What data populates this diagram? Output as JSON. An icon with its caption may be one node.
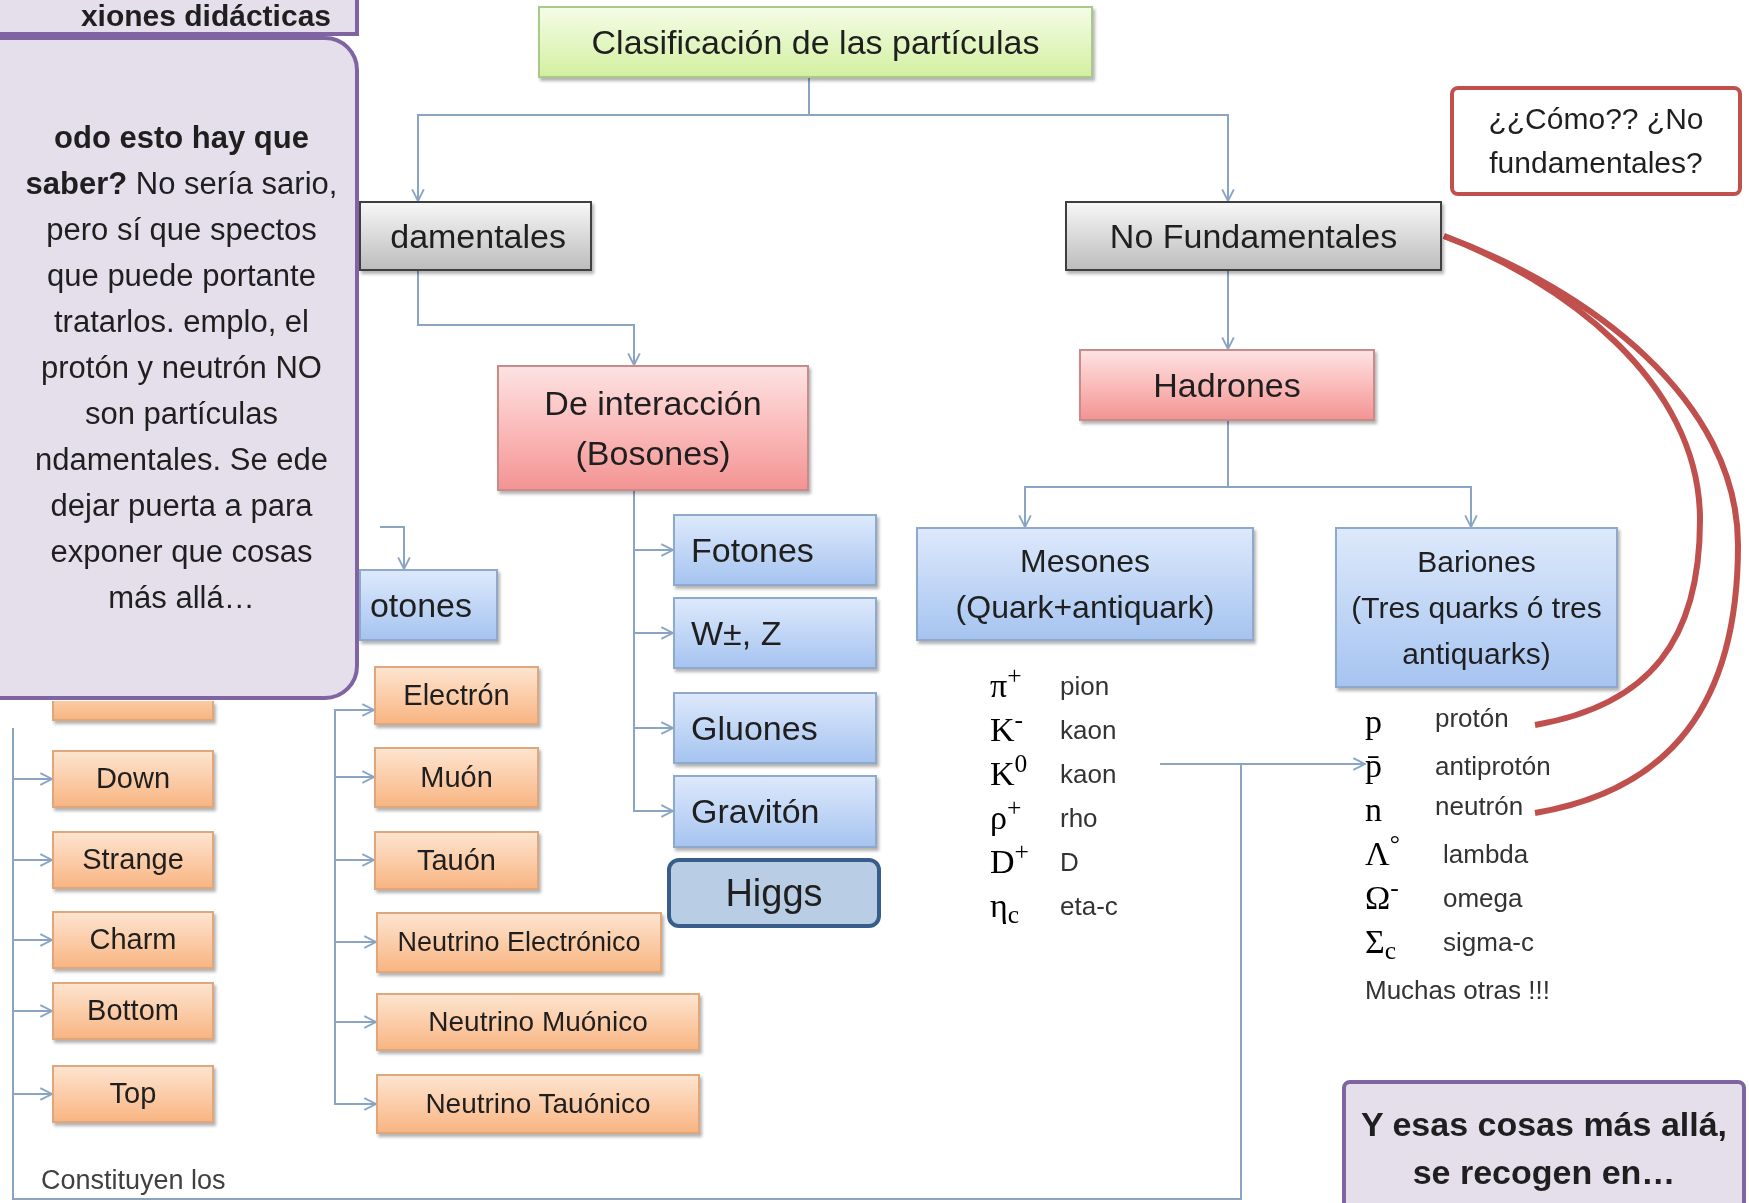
{
  "diagram": {
    "nodes": [
      {
        "text": [
          "Clasificación de las partículas"
        ]
      },
      {
        "text": [
          "xiones didácticas"
        ]
      },
      {
        "text": [
          "**odo esto hay que saber?** No sería sario, pero sí que spectos que puede portante tratarlos. emplo, el protón y neutrón NO son partículas ndamentales. Se ede dejar puerta a para exponer que cosas más allá…"
        ]
      },
      {
        "text": [
          "damentales"
        ]
      },
      {
        "text": [
          "No Fundamentales"
        ]
      },
      {
        "text": [
          "¿¿Cómo?? ¿No fundamentales?"
        ]
      },
      {
        "text": [
          "De interacción (Bosones)"
        ]
      },
      {
        "text": [
          "Hadrones"
        ]
      },
      {
        "text": [
          "otones"
        ]
      },
      {
        "text": [
          "Fotones"
        ]
      },
      {
        "text": [
          "Mesones",
          "(Quark+antiquark)"
        ]
      },
      {
        "text": [
          "Bariones",
          "(Tres quarks ó tres antiquarks)"
        ]
      },
      {
        "text": [
          "W±, Z"
        ]
      },
      {
        "text": [],
        "shape": "box"
      },
      {
        "text": [
          "Electrón"
        ]
      },
      {
        "text": [
          "Gluones"
        ]
      },
      {
        "text": [
          "π$^{+}$",
          "pion",
          "K$^{-}$",
          "kaon",
          "K$^{0}$",
          "kaon",
          "ρ$^{+}$",
          "rho",
          "D$^{+}$",
          "D",
          "η$_{c}$",
          "eta-c"
        ]
      },
      {
        "text": [
          "p",
          "p̄",
          "antiprotón",
          "n",
          "Λ$^{°}$",
          "lambda",
          "Ω$^{-}$",
          "omega",
          "Σ$_{c}$",
          "sigma-c",
          "Muchas otras !!!"
        ]
      },
      {
        "text": [
          "protón"
        ],
        "in": 17
      },
      {
        "text": [
          "neutrón"
        ],
        "in": 17
      },
      {
        "text": [
          "Down"
        ]
      },
      {
        "text": [
          "Muón"
        ]
      },
      {
        "text": [
          "Gravitón"
        ]
      },
      {
        "text": [
          "Strange"
        ]
      },
      {
        "text": [
          "Tauón"
        ]
      },
      {
        "text": [
          "Higgs"
        ]
      },
      {
        "text": [
          "Charm"
        ]
      },
      {
        "text": [
          "Neutrino Electrónico"
        ]
      },
      {
        "text": [
          "Bottom"
        ]
      },
      {
        "text": [
          "Neutrino Muónico"
        ]
      },
      {
        "text": [
          "Top"
        ]
      },
      {
        "text": [
          "Neutrino Tauónico"
        ]
      },
      {
        "text": [
          "Y esas cosas más allá, se recogen en…"
        ]
      }
    ],
    "edges": [
      {
        "from": 0,
        "to": 3,
        "arrow": "to"
      },
      {
        "from": 0,
        "to": 4,
        "arrow": "to"
      },
      {
        "from": 3,
        "to": 6,
        "arrow": "to"
      },
      {
        "from": 4,
        "to": 7,
        "arrow": "to"
      },
      {
        "from": 7,
        "to": 10,
        "arrow": "to"
      },
      {
        "from": 7,
        "to": 11,
        "arrow": "to"
      },
      {
        "from": null,
        "to": 8,
        "arrow": "to"
      },
      {
        "from": 6,
        "to": 9,
        "arrow": "to"
      },
      {
        "from": 6,
        "to": 12,
        "arrow": "to"
      },
      {
        "from": 6,
        "to": 15,
        "arrow": "to"
      },
      {
        "from": 6,
        "to": 22,
        "arrow": "to"
      },
      {
        "from": null,
        "to": 20,
        "arrow": "to"
      },
      {
        "from": null,
        "to": 23,
        "arrow": "to"
      },
      {
        "from": null,
        "to": 26,
        "arrow": "to"
      },
      {
        "from": null,
        "to": 28,
        "arrow": "to"
      },
      {
        "from": null,
        "to": 30,
        "arrow": "to"
      },
      {
        "from": null,
        "to": 14,
        "arrow": "to"
      },
      {
        "from": null,
        "to": 21,
        "arrow": "to"
      },
      {
        "from": null,
        "to": 24,
        "arrow": "to"
      },
      {
        "from": null,
        "to": 27,
        "arrow": "to"
      },
      {
        "from": null,
        "to": 29,
        "arrow": "to"
      },
      {
        "from": null,
        "to": 31,
        "arrow": "to"
      },
      {
        "from": 16,
        "to": 17,
        "arrow": "none"
      },
      {
        "from": null,
        "to": 17,
        "arrow": "to"
      },
      {
        "from": 4,
        "to": 18,
        "arrow": "none",
        "style": "thick",
        "color": "#c0504d"
      },
      {
        "from": 4,
        "to": 19,
        "arrow": "none",
        "style": "thick",
        "color": "#c0504d"
      }
    ],
    "labels": [
      "Constituyen los"
    ]
  }
}
